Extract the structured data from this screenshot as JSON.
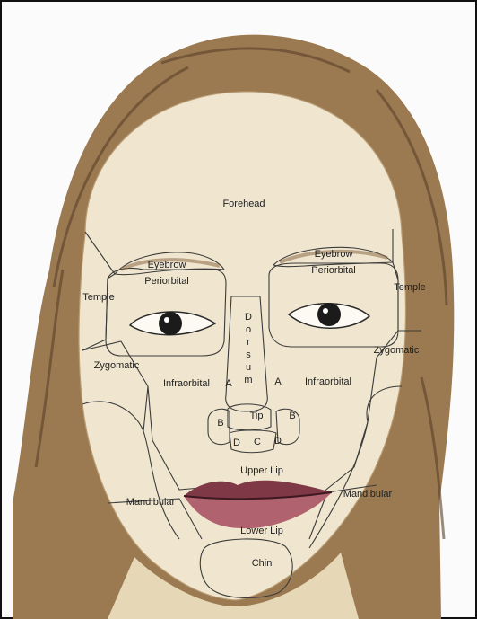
{
  "title": "",
  "colors": {
    "skin": "#f0e6cf",
    "skin_shadow": "#d9c49d",
    "hair": "#8a6a45",
    "hair_dark": "#4a3320",
    "lips": "#b0626e",
    "lips_dark": "#6a2e3a",
    "outline": "#3b3b3b",
    "text": "#1f1f1f"
  },
  "labels": {
    "forehead": "Forehead",
    "eyebrow_left": "Eyebrow",
    "eyebrow_right": "Eyebrow",
    "periorbital_left": "Periorbital",
    "periorbital_right": "Periorbital",
    "temple_left": "Temple",
    "temple_right": "Temple",
    "zygomatic_left": "Zygomatic",
    "zygomatic_right": "Zygomatic",
    "infraorbital_left": "Infraorbital",
    "infraorbital_right": "Infraorbital",
    "dorsum": [
      "D",
      "o",
      "r",
      "s",
      "u",
      "m"
    ],
    "a_left": "A",
    "a_right": "A",
    "tip": "Tip",
    "b_left": "B",
    "b_right": "B",
    "c": "C",
    "d_left": "D",
    "d_right": "D",
    "upper_lip": "Upper Lip",
    "lower_lip": "Lower Lip",
    "mandibular_left": "Mandibular",
    "mandibular_right": "Mandibular",
    "chin": "Chin"
  }
}
